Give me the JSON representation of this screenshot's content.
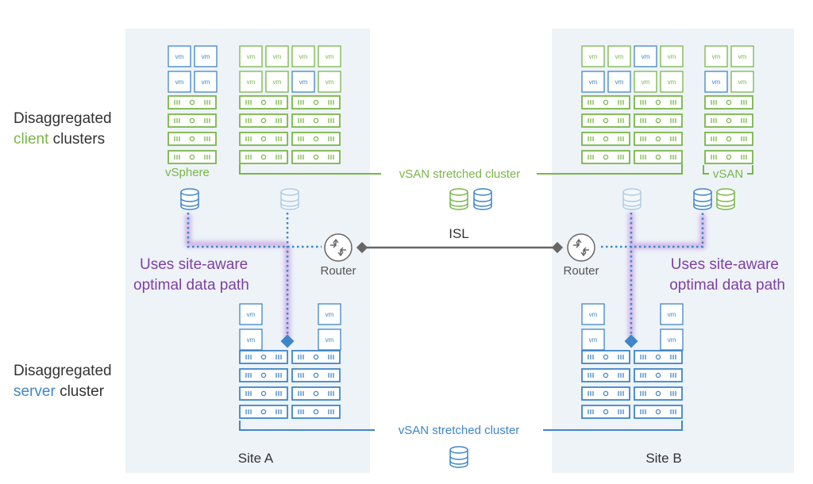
{
  "left_labels": {
    "client_line1": "Disaggregated",
    "client_line2_accent": "client",
    "client_line2_rest": " clusters",
    "server_line1": "Disaggregated",
    "server_line2_accent": "server",
    "server_line2_rest": " cluster"
  },
  "vm_label": "vm",
  "labels": {
    "vsphere": "vSphere",
    "vsan": "vSAN",
    "client_stretched": "vSAN stretched cluster",
    "server_stretched": "vSAN stretched cluster",
    "isl": "ISL",
    "router_a": "Router",
    "router_b": "Router",
    "site_a": "Site A",
    "site_b": "Site B",
    "path_a_line1": "Uses site-aware",
    "path_a_line2": "optimal data path",
    "path_b_line1": "Uses site-aware",
    "path_b_line2": "optimal data path"
  },
  "colors": {
    "green": "#7ab648",
    "blue": "#3f86c8",
    "purple": "#7e3fa6",
    "site_bg": "#eef3f8",
    "line_gray": "#666666",
    "text_dark": "#333333"
  }
}
